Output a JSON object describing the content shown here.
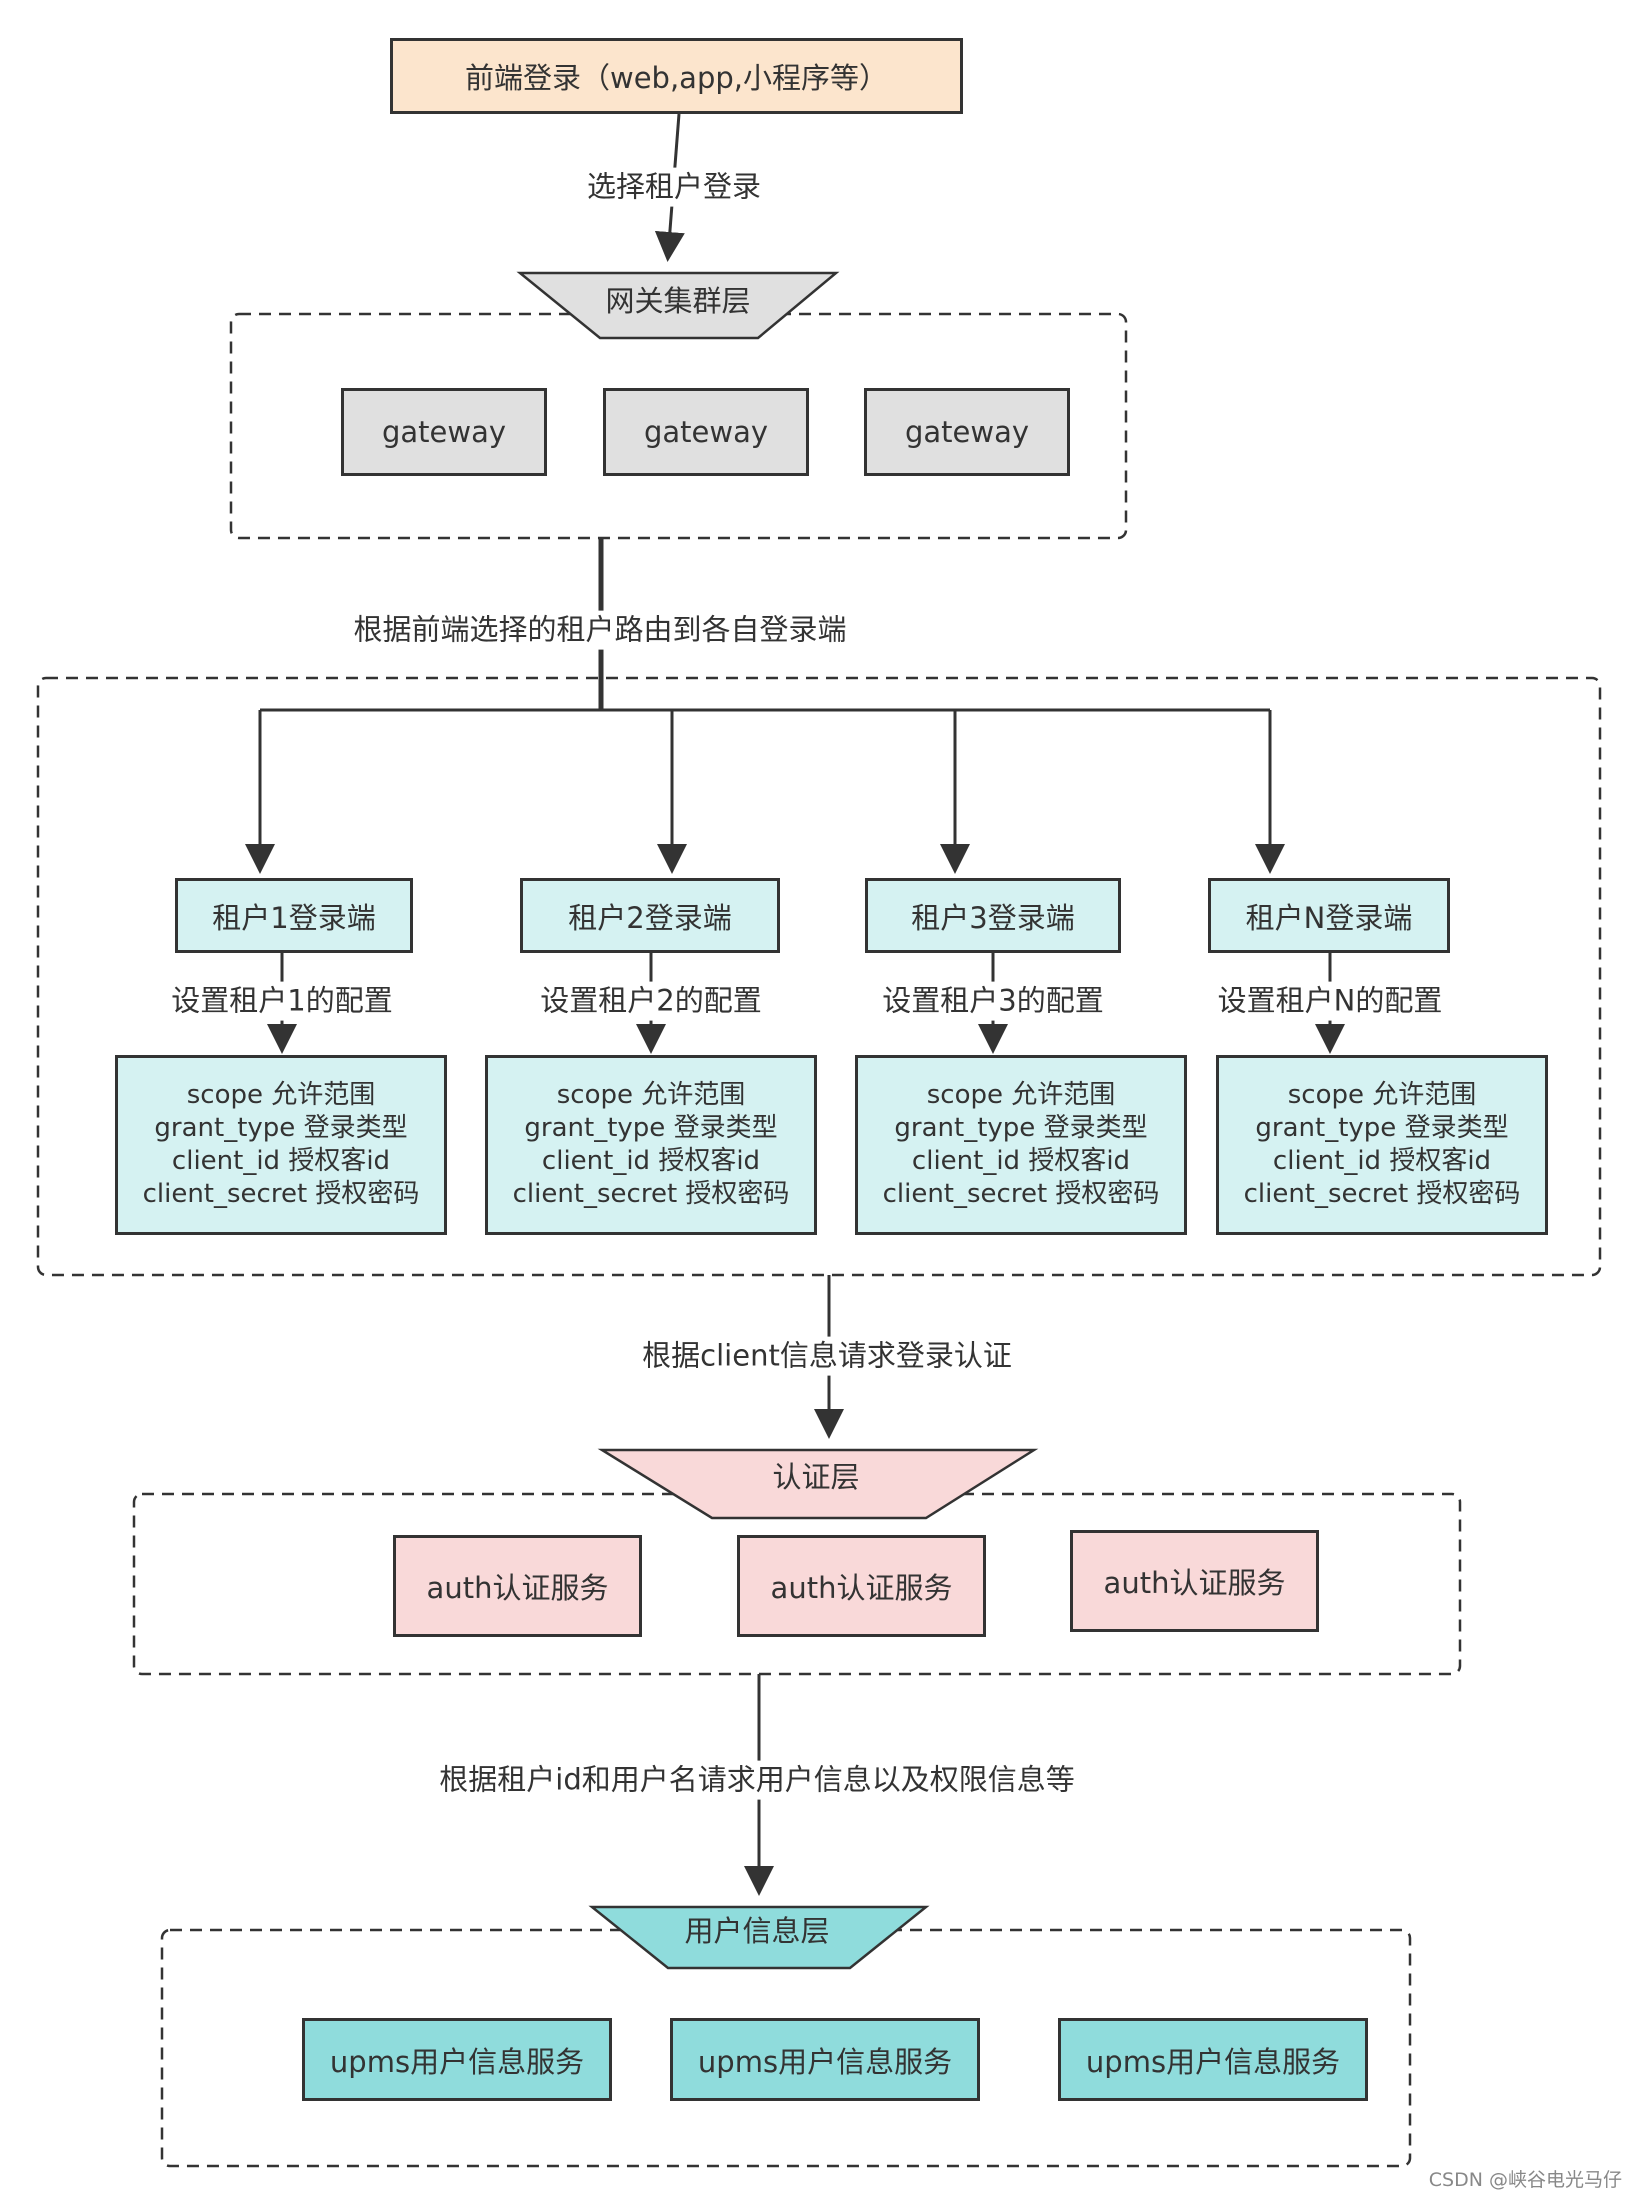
{
  "top_box": "前端登录（web,app,小程序等）",
  "edges": {
    "select_tenant": "选择租户登录",
    "route": "根据前端选择的租户路由到各自登录端",
    "auth_request": "根据client信息请求登录认证",
    "user_request": "根据租户id和用户名请求用户信息以及权限信息等"
  },
  "gateway_layer": {
    "title": "网关集群层",
    "nodes": [
      "gateway",
      "gateway",
      "gateway"
    ]
  },
  "tenants": [
    {
      "name": "租户1登录端",
      "config_label": "设置租户1的配置",
      "config": [
        "scope 允许范围",
        "grant_type 登录类型",
        "client_id 授权客id",
        "client_secret 授权密码"
      ]
    },
    {
      "name": "租户2登录端",
      "config_label": "设置租户2的配置",
      "config": [
        "scope 允许范围",
        "grant_type 登录类型",
        "client_id 授权客id",
        "client_secret 授权密码"
      ]
    },
    {
      "name": "租户3登录端",
      "config_label": "设置租户3的配置",
      "config": [
        "scope 允许范围",
        "grant_type 登录类型",
        "client_id 授权客id",
        "client_secret 授权密码"
      ]
    },
    {
      "name": "租户N登录端",
      "config_label": "设置租户N的配置",
      "config": [
        "scope 允许范围",
        "grant_type 登录类型",
        "client_id 授权客id",
        "client_secret 授权密码"
      ]
    }
  ],
  "auth_layer": {
    "title": "认证层",
    "nodes": [
      "auth认证服务",
      "auth认证服务",
      "auth认证服务"
    ]
  },
  "user_layer": {
    "title": "用户信息层",
    "nodes": [
      "upms用户信息服务",
      "upms用户信息服务",
      "upms用户信息服务"
    ]
  },
  "watermark": "CSDN @峡谷电光马仔",
  "colors": {
    "top": "#fce5cd",
    "gateway": "#e0e0e0",
    "tenant": "#d5f2f2",
    "auth": "#f9d9d9",
    "upms": "#8fdcdc",
    "line": "#333333"
  }
}
